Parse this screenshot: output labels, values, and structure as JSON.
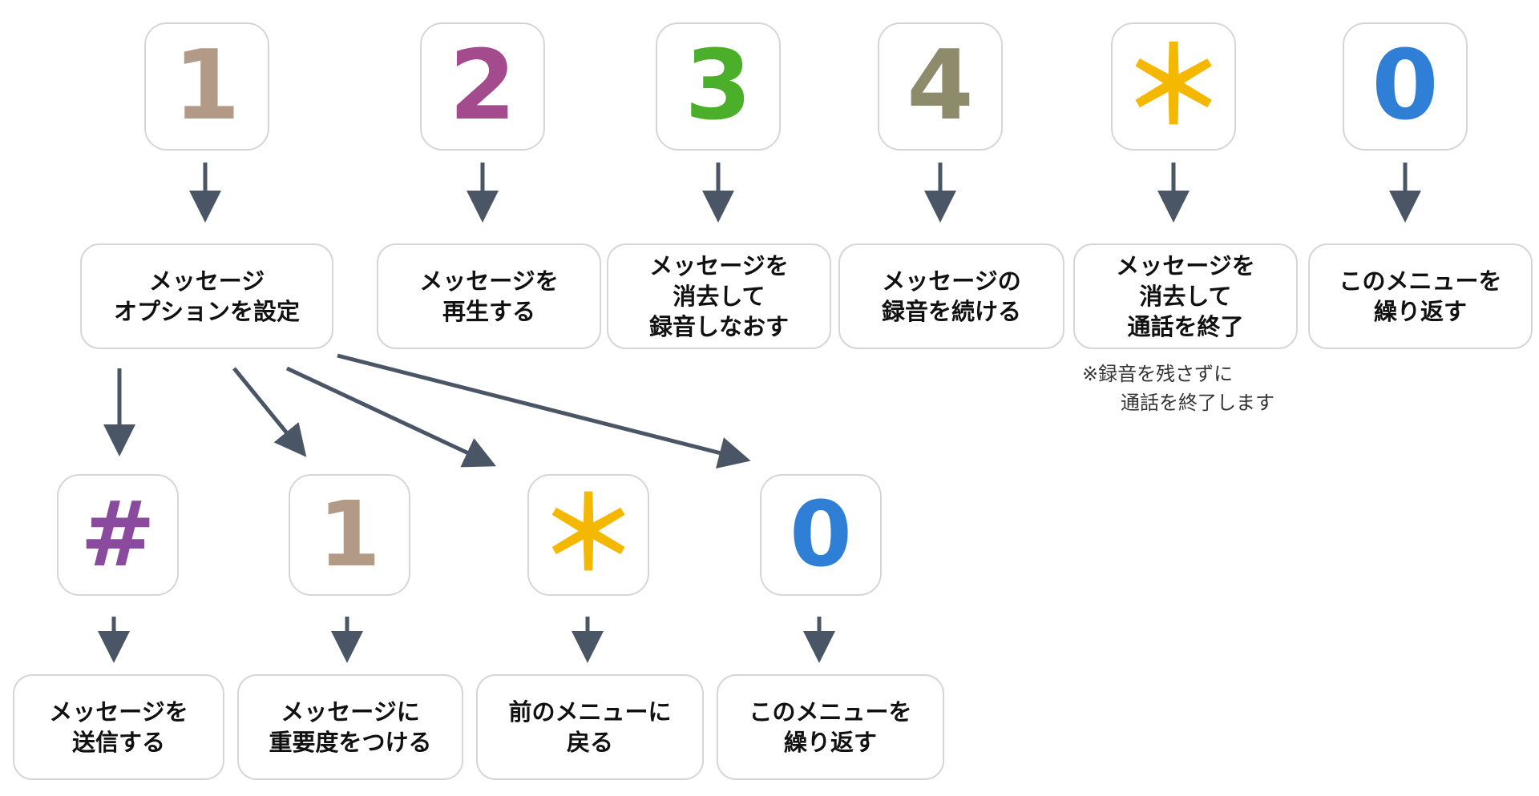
{
  "keys": {
    "k1": {
      "glyph": "1",
      "color": "#b39a86"
    },
    "k2": {
      "glyph": "2",
      "color": "#a34b8c"
    },
    "k3": {
      "glyph": "3",
      "color": "#4caf2a"
    },
    "k4": {
      "glyph": "4",
      "color": "#8e8a6c"
    },
    "kstar": {
      "glyph": "＊",
      "color": "#f5b800"
    },
    "k0": {
      "glyph": "0",
      "color": "#2f7fd6"
    },
    "khash": {
      "glyph": "#",
      "color": "#8a4a9e"
    },
    "sub1": {
      "glyph": "1",
      "color": "#b39a86"
    },
    "substar": {
      "glyph": "＊",
      "color": "#f5b800"
    },
    "sub0": {
      "glyph": "0",
      "color": "#2f7fd6"
    }
  },
  "boxes": {
    "options": "メッセージ\nオプションを設定",
    "play": "メッセージを\n再生する",
    "rerecord": "メッセージを\n消去して\n録音しなおす",
    "continue": "メッセージの\n録音を続ける",
    "erase_end": "メッセージを\n消去して\n通話を終了",
    "repeat": "このメニューを\n繰り返す",
    "send": "メッセージを\n送信する",
    "urgent": "メッセージに\n重要度をつける",
    "back": "前のメニューに\n戻る",
    "repeat2": "このメニューを\n繰り返す"
  },
  "note": "※録音を残さずに\n　　通話を終了します",
  "colors": {
    "arrow": "#4a5565",
    "border": "#d6d6d6"
  }
}
